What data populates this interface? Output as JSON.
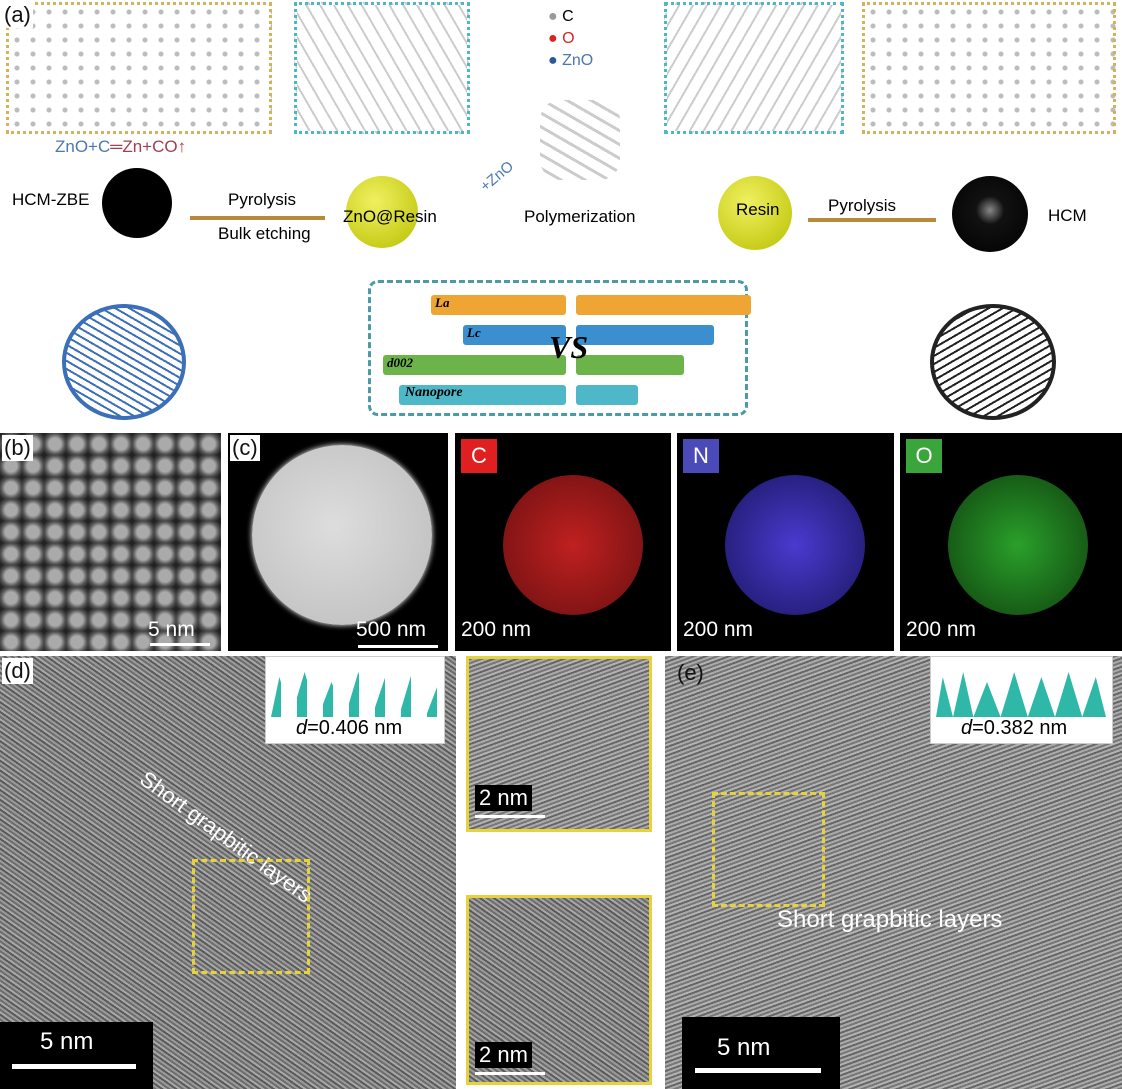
{
  "panel_a": {
    "label": "(a)",
    "legend": [
      "C",
      "O",
      "ZnO"
    ],
    "reaction": {
      "left": "ZnO+C",
      "eq": "═",
      "right": "Zn+CO"
    },
    "hcm_zbe": "HCM-ZBE",
    "pyrolysis_left": "Pyrolysis",
    "bulk_etching": "Bulk etching",
    "zno_resin": "ZnO@Resin",
    "plus_zno": "+ZnO",
    "polymerization": "Polymerization",
    "resin": "Resin",
    "pyrolysis_right": "Pyrolysis",
    "hcm": "HCM",
    "comparison": {
      "vs": "VS",
      "bars": [
        "La",
        "Lc",
        "d002",
        "Nanopore"
      ]
    }
  },
  "panel_b": {
    "label": "(b)",
    "scale": "5 nm"
  },
  "panel_c": {
    "label": "(c)",
    "scale": "500 nm"
  },
  "maps": [
    {
      "element": "C",
      "scale": "200 nm",
      "color": "#e02020"
    },
    {
      "element": "N",
      "scale": "200 nm",
      "color": "#4a4ab8"
    },
    {
      "element": "O",
      "scale": "200 nm",
      "color": "#3aa53a"
    }
  ],
  "panel_d": {
    "label": "(d)",
    "d_prefix": "d",
    "d_value": "=0.406 nm",
    "annotation": "Short grapbitic layers",
    "scale": "5 nm",
    "inset_top_scale": "2 nm",
    "inset_bottom_scale": "2 nm"
  },
  "panel_e": {
    "label": "(e)",
    "d_prefix": "d",
    "d_value": "=0.382 nm",
    "annotation": "Short grapbitic layers",
    "scale": "5 nm"
  }
}
